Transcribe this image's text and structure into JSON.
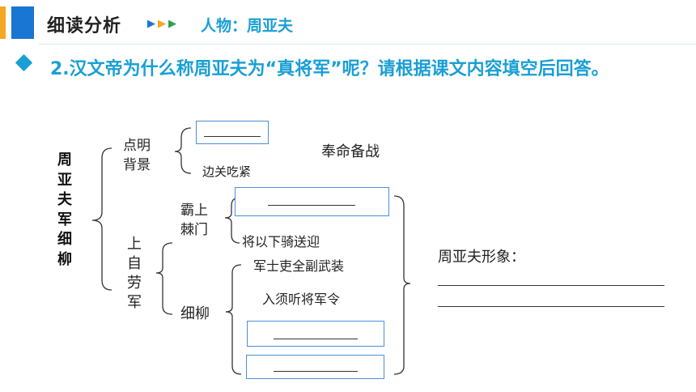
{
  "header": {
    "section_title": "细读分析",
    "topic": "人物：周亚夫",
    "arrow_icons": [
      "arrow-right-blue",
      "arrow-right-orange",
      "arrow-right-green"
    ],
    "colors": {
      "blue": "#1976d2",
      "orange": "#f5a623",
      "green": "#2e9e4f",
      "accent": "#1a9fd4"
    }
  },
  "question": {
    "bullet_icon": "diamond-bullet",
    "text": "2.汉文帝为什么称周亚夫为“真将军”呢？请根据课文内容填空后回答。"
  },
  "diagram": {
    "root": "周亚夫军细柳",
    "branch1": {
      "label": "点明背景",
      "items": [
        "",
        "边关吃紧"
      ],
      "note": "奉命备战"
    },
    "branch2": {
      "label": "上自劳军",
      "sub1": {
        "label": "霸上棘门",
        "items": [
          "",
          "将以下骑送迎"
        ]
      },
      "sub2": {
        "label": "细柳",
        "items": [
          "军士吏全副武装",
          "入须听将军令",
          "",
          ""
        ]
      }
    },
    "conclusion": {
      "label": "周亚夫形象："
    }
  }
}
